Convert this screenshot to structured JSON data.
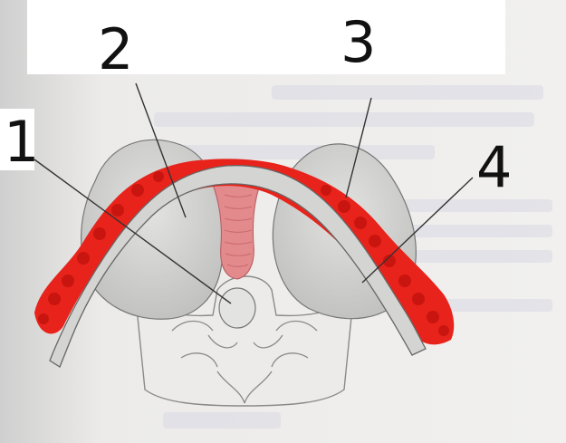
{
  "labels": [
    {
      "id": "label-1",
      "text": "1"
    },
    {
      "id": "label-2",
      "text": "2"
    },
    {
      "id": "label-3",
      "text": "3"
    },
    {
      "id": "label-4",
      "text": "4"
    }
  ],
  "colors": {
    "page": "#efeeec",
    "tissue_red": "#e8231b",
    "tissue_pink": "#e38a8c",
    "membrane_gray": "#d4d4d2",
    "lobe_gray": "#cfcfcd",
    "outline": "#555555"
  }
}
